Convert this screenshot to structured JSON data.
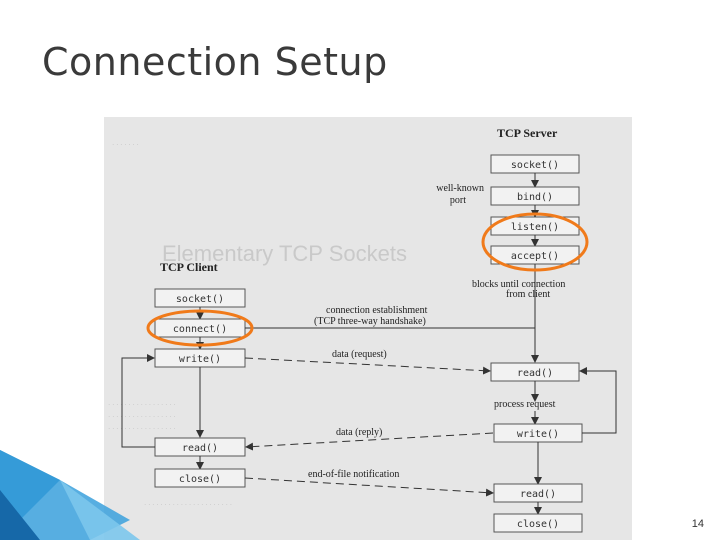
{
  "slide": {
    "title": "Connection Setup",
    "page_number": "14",
    "accent_color": "#f07a1a",
    "deco_color": "#2a8fcf"
  },
  "diagram": {
    "server_title": "TCP Server",
    "client_title": "TCP Client",
    "background_text": "Elementary TCP Sockets",
    "server_calls": {
      "socket": "socket()",
      "bind": "bind()",
      "listen": "listen()",
      "accept": "accept()",
      "read": "read()",
      "write": "write()",
      "read2": "read()",
      "close": "close()"
    },
    "client_calls": {
      "socket": "socket()",
      "connect": "connect()",
      "write": "write()",
      "read": "read()",
      "close": "close()"
    },
    "labels": {
      "well_known_1": "well-known",
      "well_known_2": "port",
      "blocks_1": "blocks until connection",
      "blocks_2": "from client",
      "conn_1": "connection establishment",
      "conn_2": "(TCP three-way handshake)",
      "data_request": "data (request)",
      "process_request": "process request",
      "data_reply": "data (reply)",
      "eof": "end-of-file notification"
    },
    "highlighted": [
      "listen()",
      "accept()",
      "connect()"
    ]
  }
}
